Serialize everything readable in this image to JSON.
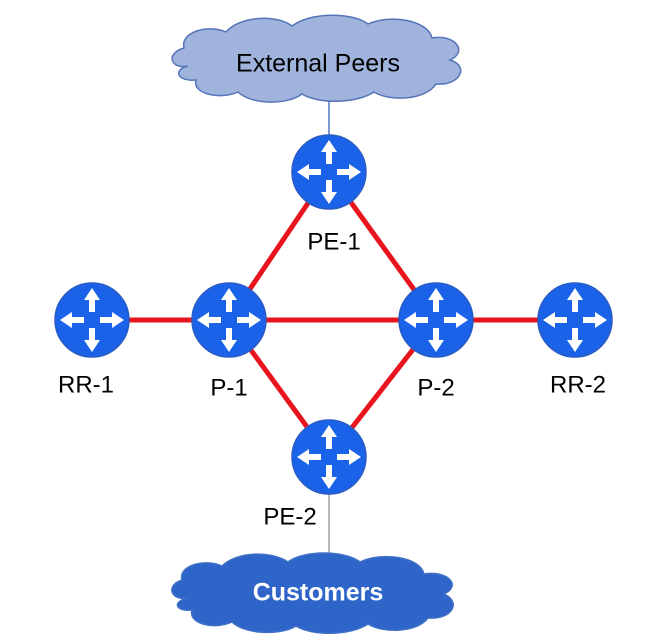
{
  "colors": {
    "router_fill": "#1a63e8",
    "router_stroke": "#2b5cc4",
    "router_arrow": "#ffffff",
    "link_red": "#e8141e",
    "link_blue": "#4a78c0",
    "link_gray": "#a0a0a0",
    "cloud_top_fill": "#9fb3dc",
    "cloud_top_stroke": "#5575b8",
    "cloud_top_text": "#000000",
    "cloud_bottom_fill": "#2f65c9",
    "cloud_bottom_stroke": "#3f6fc7",
    "cloud_bottom_text": "#ffffff"
  },
  "clouds": {
    "top": {
      "label": "External Peers"
    },
    "bottom": {
      "label": "Customers"
    }
  },
  "routers": [
    {
      "id": "pe1",
      "label": "PE-1",
      "icon": "router-icon"
    },
    {
      "id": "rr1",
      "label": "RR-1",
      "icon": "router-icon"
    },
    {
      "id": "p1",
      "label": "P-1",
      "icon": "router-icon"
    },
    {
      "id": "p2",
      "label": "P-2",
      "icon": "router-icon"
    },
    {
      "id": "rr2",
      "label": "RR-2",
      "icon": "router-icon"
    },
    {
      "id": "pe2",
      "label": "PE-2",
      "icon": "router-icon"
    }
  ],
  "links": [
    {
      "from": "pe1",
      "to": "p1",
      "kind": "red"
    },
    {
      "from": "pe1",
      "to": "p2",
      "kind": "red"
    },
    {
      "from": "rr1",
      "to": "p1",
      "kind": "red"
    },
    {
      "from": "p1",
      "to": "p2",
      "kind": "red"
    },
    {
      "from": "p2",
      "to": "rr2",
      "kind": "red"
    },
    {
      "from": "p1",
      "to": "pe2",
      "kind": "red"
    },
    {
      "from": "p2",
      "to": "pe2",
      "kind": "red"
    },
    {
      "from": "cloud-top",
      "to": "pe1",
      "kind": "blue"
    },
    {
      "from": "pe2",
      "to": "cloud-bottom",
      "kind": "gray"
    }
  ]
}
